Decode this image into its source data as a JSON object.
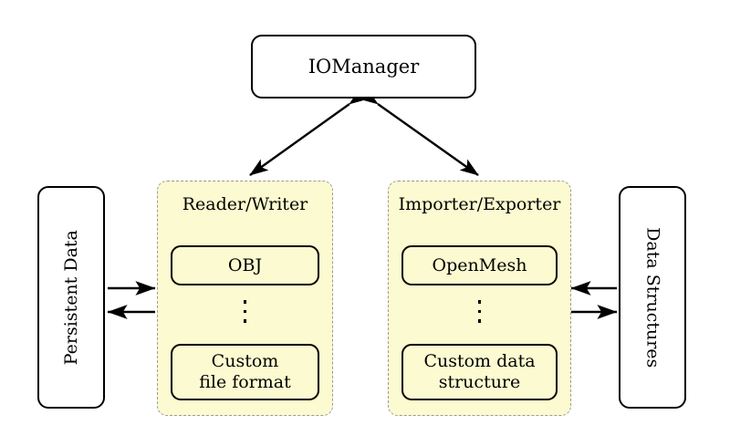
{
  "diagram": {
    "title_node": {
      "label": "IOManager"
    },
    "left_external": {
      "label": "Persistent Data"
    },
    "right_external": {
      "label": "Data Structures"
    },
    "groups": [
      {
        "title": "Reader/Writer",
        "top_member": "OBJ",
        "ellipsis": "⋮",
        "bottom_member_line1": "Custom",
        "bottom_member_line2": "file format"
      },
      {
        "title": "Importer/Exporter",
        "top_member": "OpenMesh",
        "ellipsis": "⋮",
        "bottom_member_line1": "Custom data",
        "bottom_member_line2": "structure"
      }
    ],
    "connections": [
      {
        "name": "manager-to-readerwriter",
        "style": "double-headed"
      },
      {
        "name": "manager-to-importerexporter",
        "style": "double-headed"
      },
      {
        "name": "persistent-data-to-readerwriter",
        "style": "single-headed-right"
      },
      {
        "name": "readerwriter-to-persistent-data",
        "style": "single-headed-left"
      },
      {
        "name": "data-structures-to-importerexporter",
        "style": "single-headed-left"
      },
      {
        "name": "importerexporter-to-data-structures",
        "style": "single-headed-right"
      }
    ],
    "colors": {
      "group_fill": "#fcfad0",
      "group_border": "#9a9a9a",
      "node_border": "#000000",
      "background": "#ffffff"
    }
  }
}
